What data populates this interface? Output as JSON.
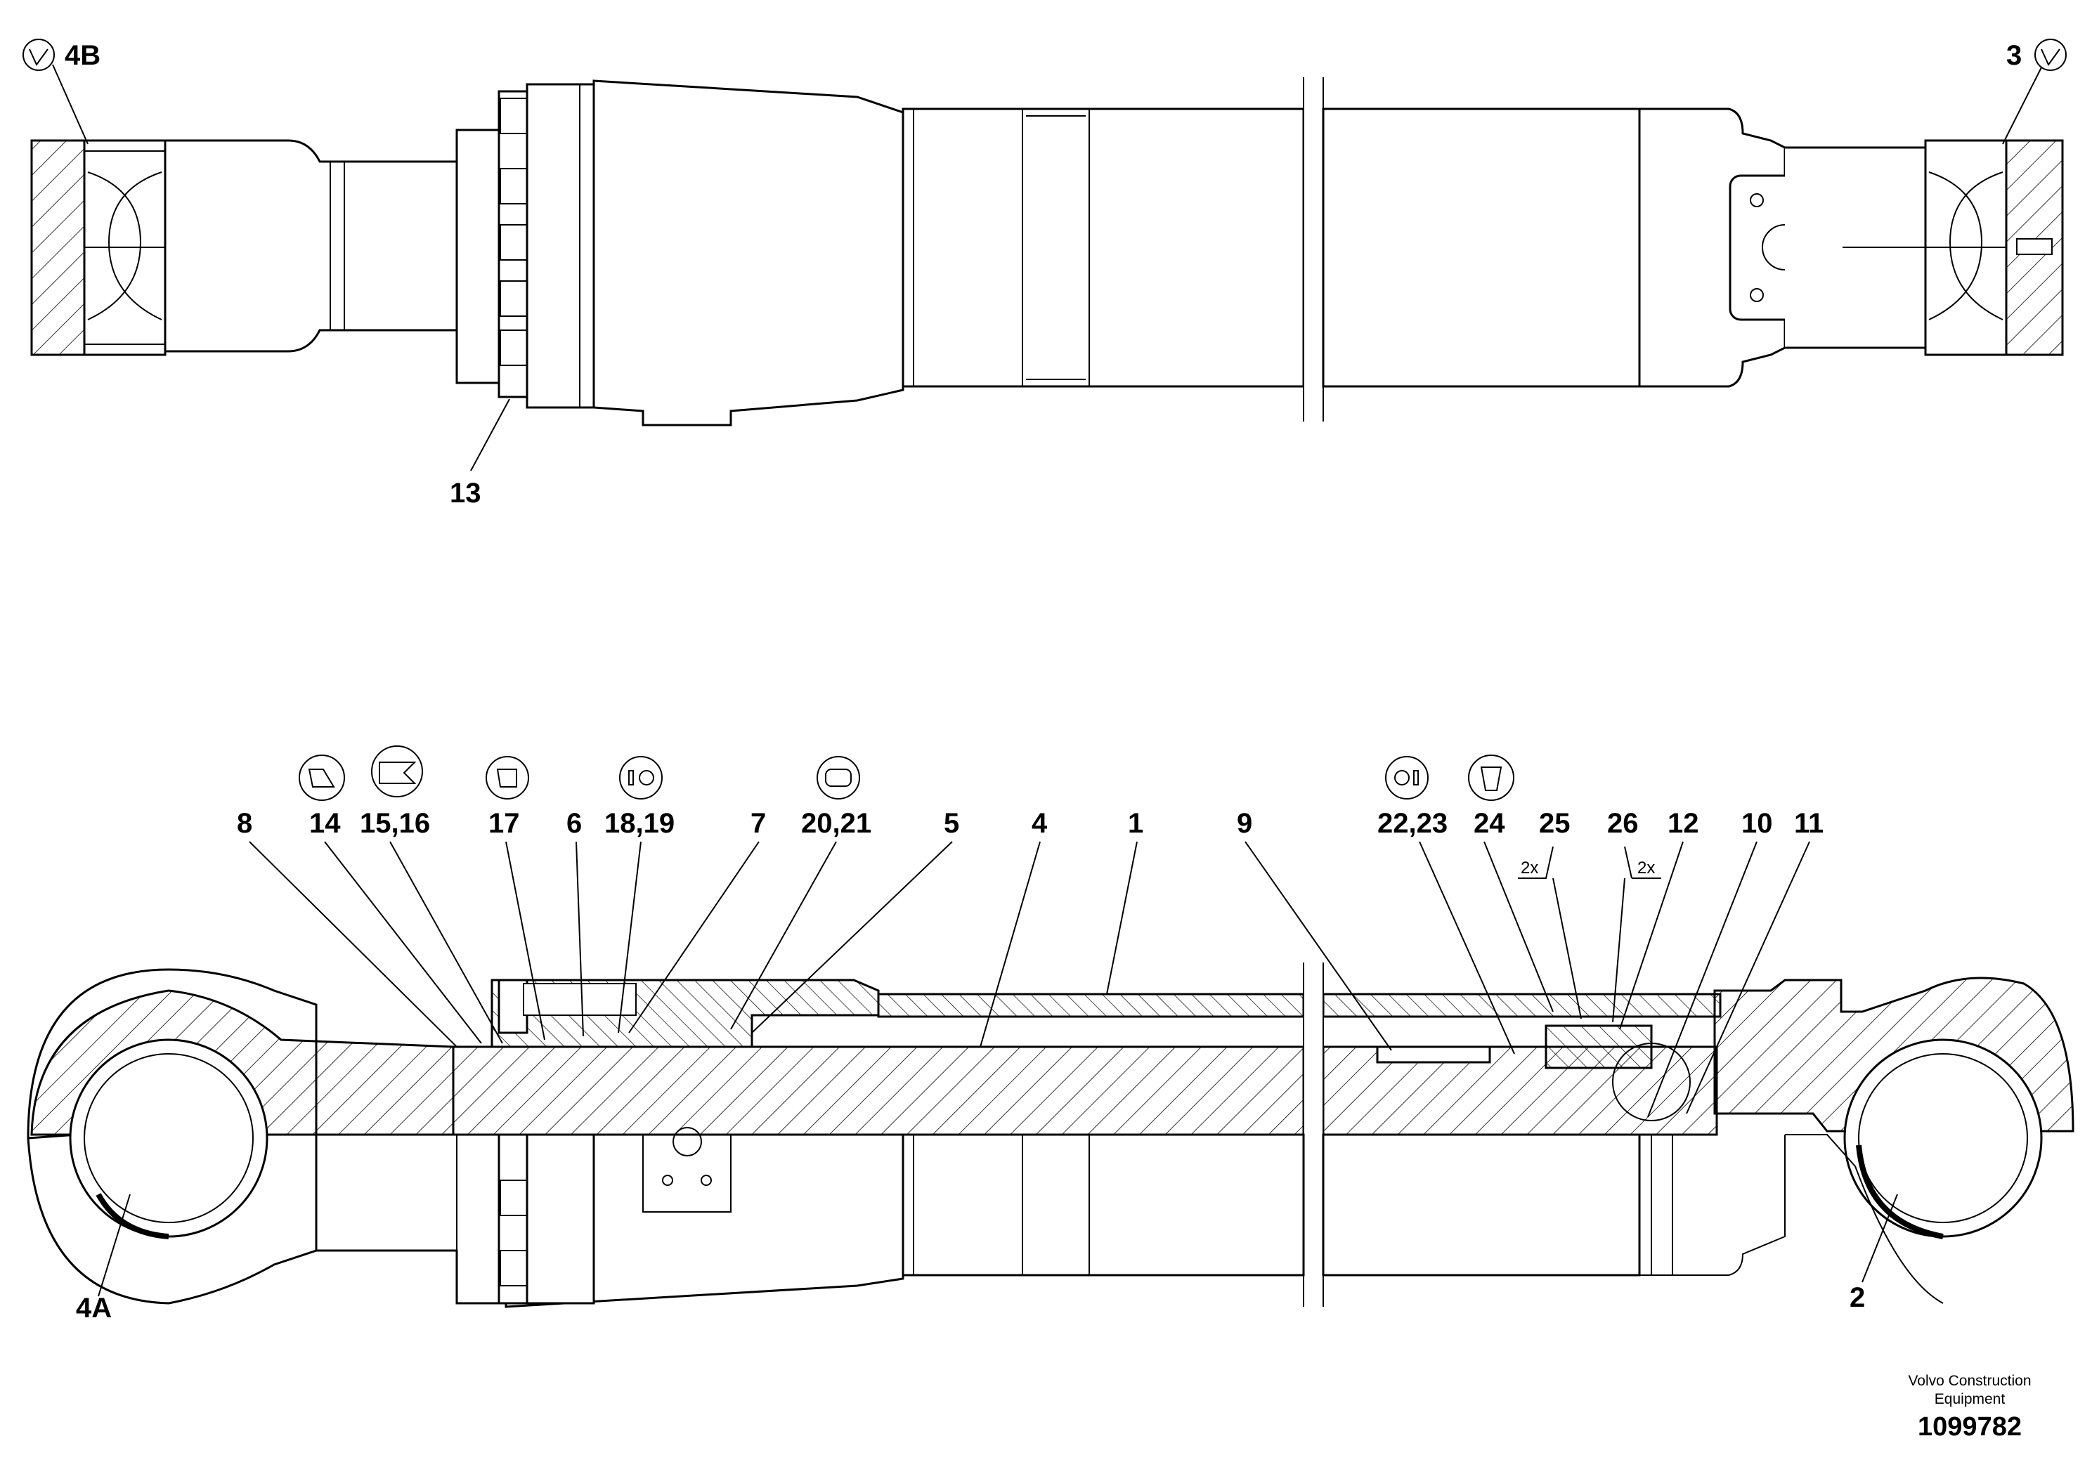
{
  "top_view": {
    "callouts": {
      "left_top": "4B",
      "right_top": "3",
      "bottom": "13"
    }
  },
  "section_view": {
    "part_labels": [
      {
        "id": "p8",
        "text": "8"
      },
      {
        "id": "p14",
        "text": "14"
      },
      {
        "id": "p15",
        "text": "15,16"
      },
      {
        "id": "p17",
        "text": "17"
      },
      {
        "id": "p6",
        "text": "6"
      },
      {
        "id": "p18",
        "text": "18,19"
      },
      {
        "id": "p7",
        "text": "7"
      },
      {
        "id": "p20",
        "text": "20,21"
      },
      {
        "id": "p5",
        "text": "5"
      },
      {
        "id": "p4",
        "text": "4"
      },
      {
        "id": "p1",
        "text": "1"
      },
      {
        "id": "p9",
        "text": "9"
      },
      {
        "id": "p22",
        "text": "22,23"
      },
      {
        "id": "p24",
        "text": "24"
      },
      {
        "id": "p25",
        "text": "25"
      },
      {
        "id": "p26",
        "text": "26"
      },
      {
        "id": "p12",
        "text": "12"
      },
      {
        "id": "p10",
        "text": "10"
      },
      {
        "id": "p11",
        "text": "11"
      }
    ],
    "qty_left": "2x",
    "qty_right": "2x",
    "label_4a": "4A",
    "label_2": "2"
  },
  "footer": {
    "company_line1": "Volvo Construction",
    "company_line2": "Equipment",
    "doc_number": "1099782"
  }
}
